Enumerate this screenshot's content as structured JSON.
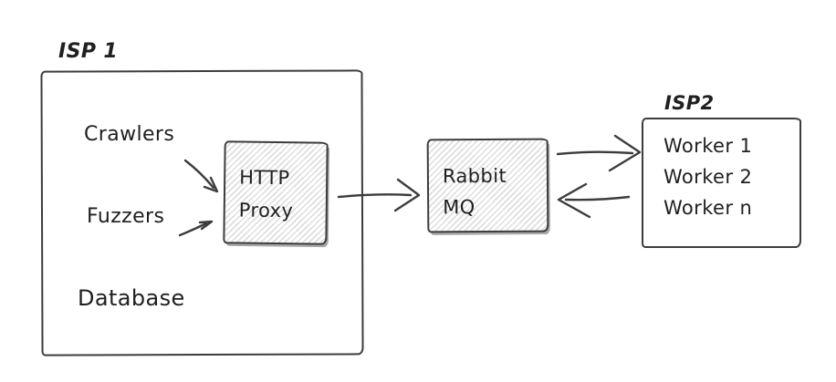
{
  "colors": {
    "stroke": "#3c3c3c",
    "text": "#1f1f1f",
    "hatch_line": "#dedede",
    "background": "#ffffff"
  },
  "isp1": {
    "label": "ISP 1",
    "crawlers_label": "Crawlers",
    "fuzzers_label": "Fuzzers",
    "database_label": "Database"
  },
  "proxy": {
    "line1": "HTTP",
    "line2": "Proxy"
  },
  "queue": {
    "line1": "Rabbit",
    "line2": "MQ"
  },
  "isp2": {
    "label": "ISP2",
    "workers": [
      "Worker 1",
      "Worker 2",
      "Worker n"
    ]
  },
  "connections": [
    {
      "from": "Crawlers",
      "to": "HTTP Proxy"
    },
    {
      "from": "Fuzzers",
      "to": "HTTP Proxy"
    },
    {
      "from": "HTTP Proxy",
      "to": "Rabbit MQ"
    },
    {
      "from": "Rabbit MQ",
      "to": "ISP2 workers"
    },
    {
      "from": "ISP2 workers",
      "to": "Rabbit MQ"
    }
  ]
}
